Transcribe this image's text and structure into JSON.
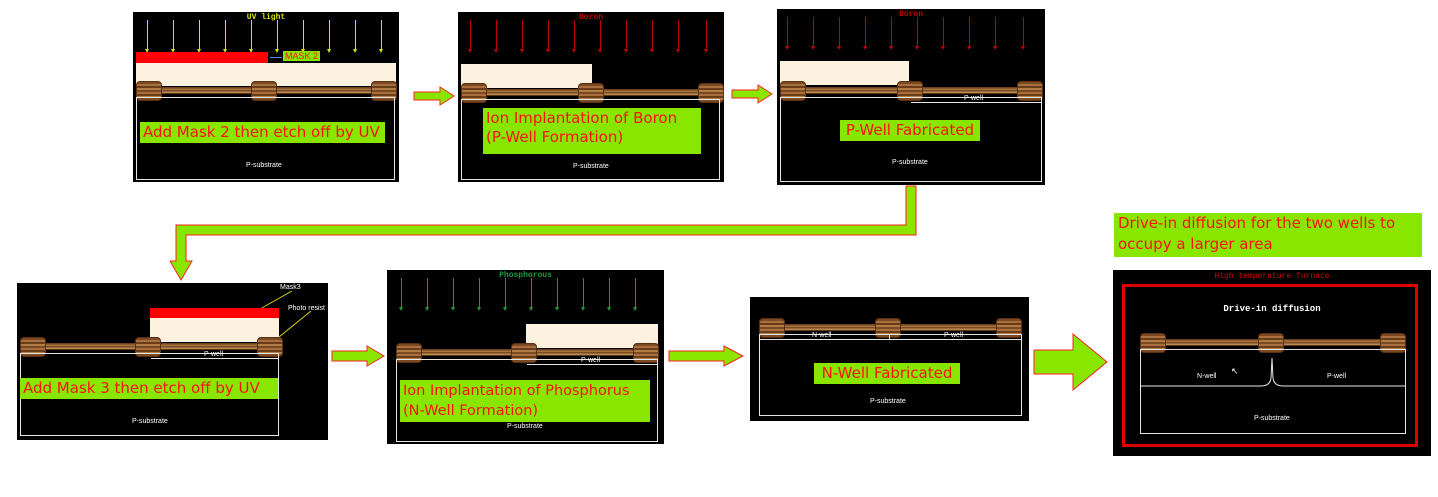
{
  "panels": {
    "p1": {
      "source": "UV light",
      "mask_label": "MASK 2",
      "caption": "Add Mask 2 then etch off by UV",
      "substrate": "P-substrate"
    },
    "p2": {
      "source": "Boron",
      "caption_line1": "Ion Implantation of Boron",
      "caption_line2": "(P-Well Formation)",
      "substrate": "P-substrate"
    },
    "p3": {
      "source": "Boron",
      "well": "P-well",
      "caption": "P-Well Fabricated",
      "substrate": "P-substrate"
    },
    "p4": {
      "mask_label": "Mask3",
      "resist_label": "Photo resist",
      "well": "P-well",
      "caption": "Add Mask 3 then etch off by UV",
      "substrate": "P-substrate"
    },
    "p5": {
      "source": "Phosphorous",
      "well": "P-well",
      "caption_line1": "Ion Implantation of Phosphorus",
      "caption_line2": "(N-Well Formation)",
      "substrate": "P-substrate"
    },
    "p6": {
      "n_well": "N-well",
      "p_well": "P-well",
      "caption": "N-Well Fabricated",
      "substrate": "P-substrate"
    },
    "p7": {
      "furnace": "High temperature furnace",
      "process": "Drive-in diffusion",
      "n_well": "N-well",
      "p_well": "P-well",
      "substrate": "P-substrate"
    }
  },
  "note": {
    "line1": "Drive-in diffusion for the two wells to",
    "line2": "occupy a larger area"
  },
  "colors": {
    "uv": "#d8e000",
    "boron": "#c00000",
    "phosphorous": "#1a9a3a",
    "caption_bg": "#88e600",
    "caption_text": "#ff1010",
    "flow_arrow": "#88e600"
  }
}
